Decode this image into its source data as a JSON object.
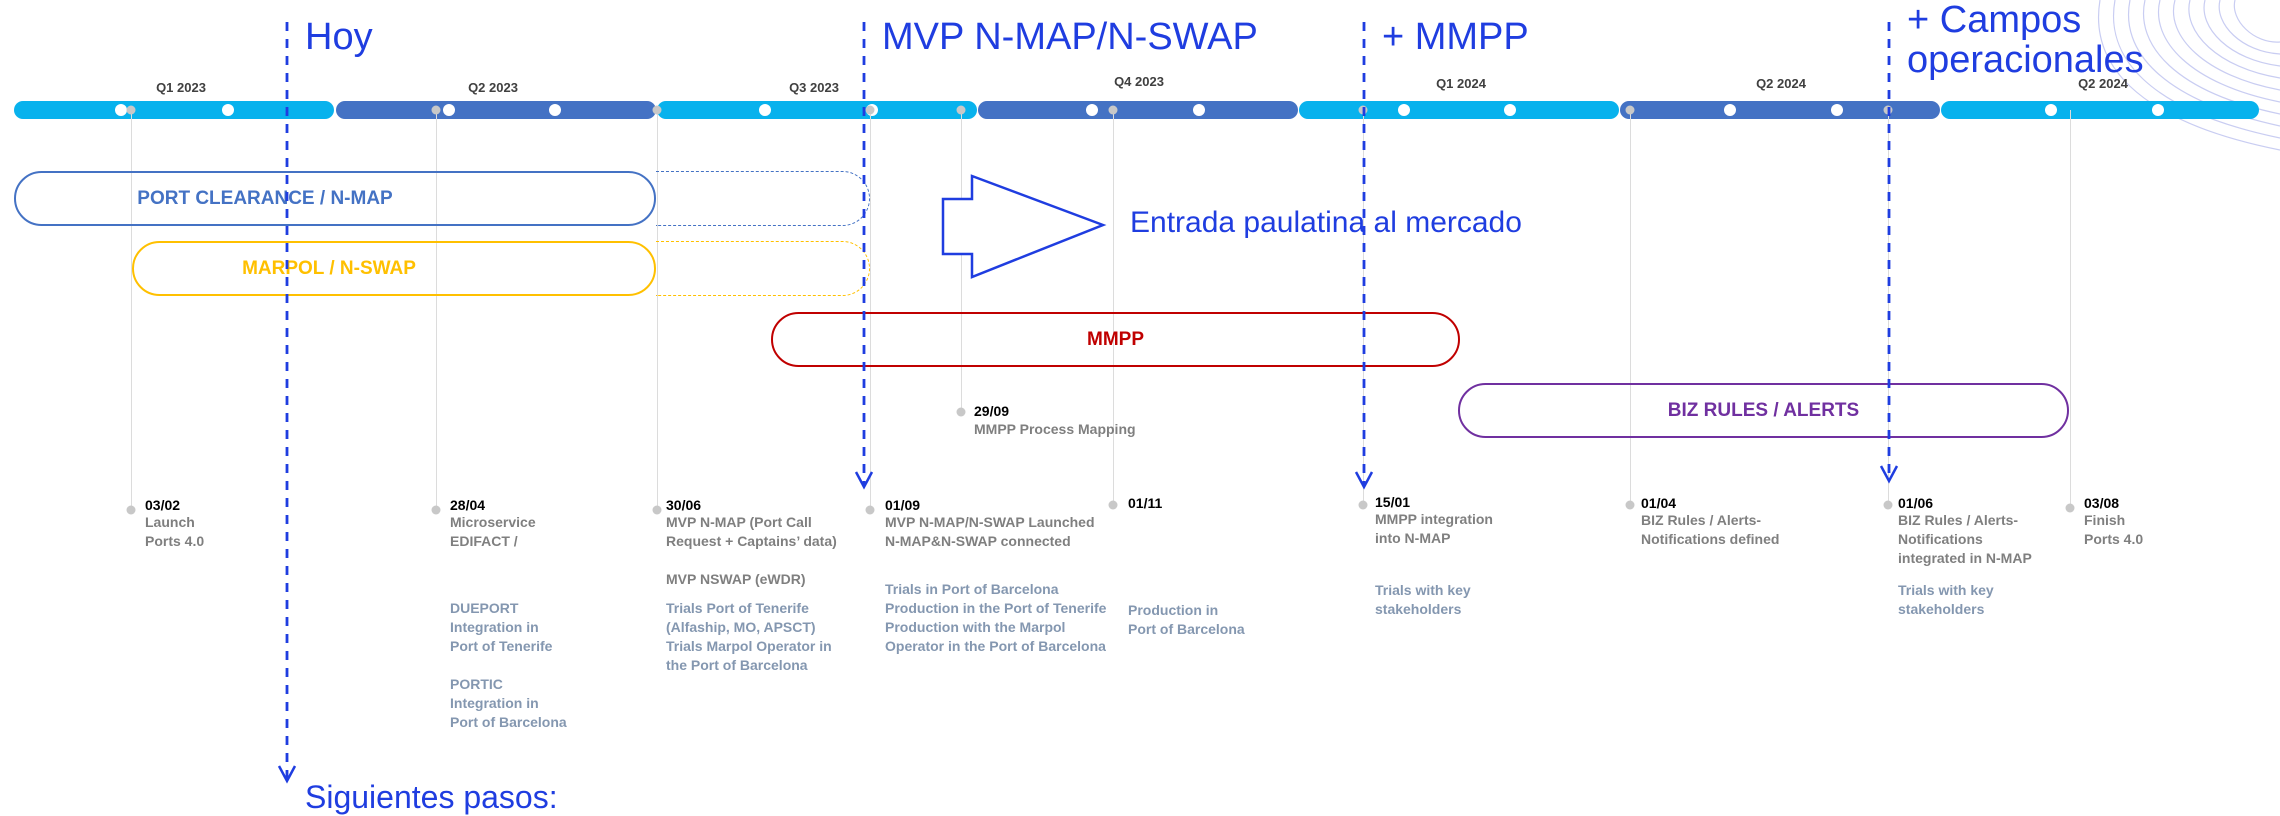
{
  "quarters": [
    "Q1 2023",
    "Q2 2023",
    "Q3 2023",
    "Q4 2023",
    "Q1 2024",
    "Q2 2024",
    "Q2 2024"
  ],
  "colors": {
    "light_bar": "#08b2ed",
    "dark_bar": "#4472c4",
    "accent_blue": "#1f3de0",
    "port_clearance": "#4472c4",
    "marpol": "#ffc000",
    "mmpp": "#c00000",
    "biz": "#7030a0"
  },
  "headings": {
    "hoy": "Hoy",
    "mvp": "MVP N-MAP/N-SWAP",
    "mmpp": "+ MMPP",
    "campos_line1": "+ Campos",
    "campos_line2": "operacionales",
    "entrada": "Entrada paulatina al mercado",
    "siguientes": "Siguientes pasos:"
  },
  "workstreams": {
    "port_clearance": "PORT CLEARANCE / N-MAP",
    "marpol": "MARPOL / N-SWAP",
    "mmpp": "MMPP",
    "biz": "BIZ RULES / ALERTS"
  },
  "milestones": [
    {
      "date": "03/02",
      "desc": "Launch\nPorts 4.0",
      "sub": ""
    },
    {
      "date": "28/04",
      "desc": "Microservice\nEDIFACT /",
      "sub": "DUEPORT\nIntegration in\nPort of Tenerife\n\nPORTIC\nIntegration in\nPort of Barcelona"
    },
    {
      "date": "30/06",
      "desc": "MVP N-MAP (Port Call\nRequest +  Captains’ data)\n\nMVP NSWAP (eWDR)",
      "sub": "Trials Port of Tenerife\n(Alfaship, MO, APSCT)\nTrials Marpol Operator in\nthe Port of Barcelona"
    },
    {
      "date": "01/09",
      "desc": "MVP N-MAP/N-SWAP Launched\nN-MAP&N-SWAP connected",
      "sub": "Trials in Port of Barcelona\nProduction in the Port of Tenerife\nProduction with the Marpol\nOperator in the Port of Barcelona"
    },
    {
      "date": "01/11",
      "desc": "",
      "sub": "Production in\nPort of Barcelona"
    },
    {
      "date": "15/01",
      "desc": "MMPP integration\ninto N-MAP",
      "sub": "Trials with key\nstakeholders"
    },
    {
      "date": "01/04",
      "desc": "BIZ Rules / Alerts-\nNotifications defined",
      "sub": ""
    },
    {
      "date": "01/06",
      "desc": "BIZ Rules / Alerts-\nNotifications\nintegrated in N-MAP",
      "sub": "Trials with key\nstakeholders"
    },
    {
      "date": "03/08",
      "desc": "Finish\nPorts 4.0",
      "sub": ""
    }
  ],
  "mid_milestone": {
    "date": "29/09",
    "desc": "MMPP Process Mapping"
  }
}
